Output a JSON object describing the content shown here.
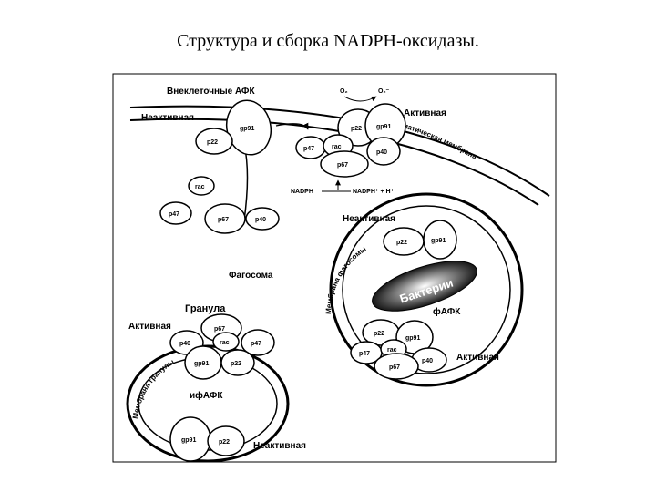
{
  "title": "Структура и сборка NADPH-оксидазы.",
  "labels": {
    "extracellular_ros": "Внеклеточные АФК",
    "o2_left": "O₂",
    "o2_right": "O₂⁻",
    "inactive_top": "Неактивная",
    "active_top": "Активная",
    "plasma_membrane": "Плазматическая мембрана",
    "nadph": "NADPH",
    "nadp": "NADPH⁺ + H⁺",
    "inactive_phagosome": "Неактивная",
    "phagosome": "Фагосома",
    "phagosome_membrane": "Мембрана фагосомы",
    "bacterium": "Бактерии",
    "f_ros": "фАФК",
    "active_phagosome": "Активная",
    "granule": "Гранула",
    "active_granule": "Активная",
    "granule_membrane": "Мембрана гранулы",
    "if_ros": "ифАФК",
    "inactive_granule": "Неактивная"
  },
  "subunits": {
    "p22": "p22",
    "gp91": "gp91",
    "rac": "rac",
    "p47": "p47",
    "p67": "p67",
    "p40": "p40"
  }
}
